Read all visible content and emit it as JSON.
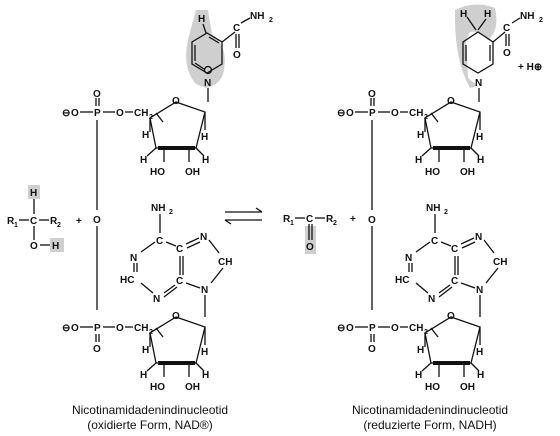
{
  "atoms": {
    "H": "H",
    "O": "O",
    "OH": "OH",
    "HO": "HO",
    "P": "P",
    "N": "N",
    "C": "C",
    "CH": "CH",
    "HC": "HC",
    "NH": "NH",
    "NH2_sub": "2",
    "CH2": "CH",
    "CH2_sub": "2",
    "R": "R",
    "R1_sub": "1",
    "R2_sub": "2",
    "minus": "⊖",
    "plus_charge": "⊕",
    "plus": "+",
    "h_plus": "+ H⊕"
  },
  "captions": {
    "left_line1": "Nicotinamidadenindinucleotid",
    "left_line2": "(oxidierte Form, NAD®)",
    "right_line1": "Nicotinamidadenindinucleotid",
    "right_line2": "(reduzierte Form, NADH)"
  },
  "colors": {
    "highlight": "#cfcfcf",
    "ink": "#111111"
  }
}
